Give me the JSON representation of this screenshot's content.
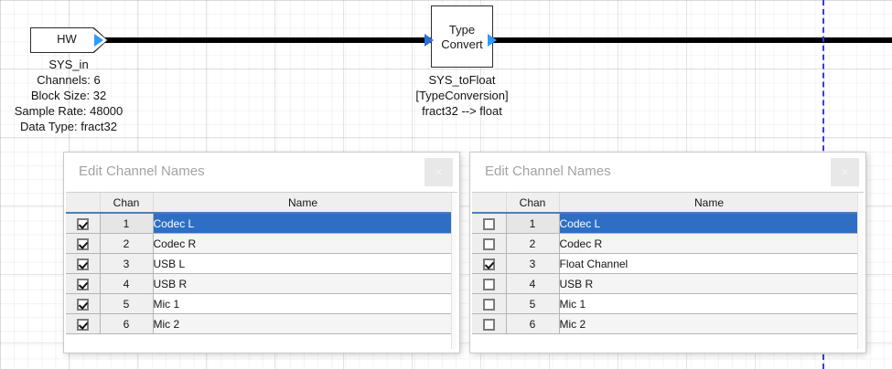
{
  "canvas": {
    "background_color": "#ffffff",
    "grid_color": "#e8e8e8",
    "page_break_line_color": "#3b3bdd",
    "wire_color": "#000000"
  },
  "blocks": [
    {
      "id": "hw",
      "label": "HW",
      "shape": "tag",
      "caption": "SYS_in\nChannels: 6\nBlock Size: 32\nSample Rate: 48000\nData Type: fract32",
      "name": "SYS_in",
      "channels": "6",
      "block_size": "32",
      "sample_rate": "48000",
      "data_type": "fract32",
      "ports": {
        "out": "output-port-triangle"
      }
    },
    {
      "id": "convert",
      "label": "Type\nConvert",
      "shape": "rectangle",
      "caption": "SYS_toFloat\n[TypeConversion]\nfract32 --> float",
      "name": "SYS_toFloat",
      "type": "[TypeConversion]",
      "conversion": "fract32 --> float",
      "ports": {
        "in": "input-port-triangle",
        "out": "output-port-triangle"
      }
    }
  ],
  "dialogs": [
    {
      "id": "left",
      "title": "Edit Channel Names",
      "close_label": "×",
      "columns": [
        "",
        "Chan",
        "Name"
      ],
      "selected_row_index": 0,
      "selection_color": "#2e6fc4",
      "rows": [
        {
          "checked": true,
          "chan": "1",
          "name": "Codec L"
        },
        {
          "checked": true,
          "chan": "2",
          "name": "Codec R"
        },
        {
          "checked": true,
          "chan": "3",
          "name": "USB L"
        },
        {
          "checked": true,
          "chan": "4",
          "name": "USB R"
        },
        {
          "checked": true,
          "chan": "5",
          "name": "Mic 1"
        },
        {
          "checked": true,
          "chan": "6",
          "name": "Mic 2"
        }
      ]
    },
    {
      "id": "right",
      "title": "Edit Channel Names",
      "close_label": "×",
      "columns": [
        "",
        "Chan",
        "Name"
      ],
      "selected_row_index": 0,
      "selection_color": "#2e6fc4",
      "rows": [
        {
          "checked": false,
          "chan": "1",
          "name": "Codec L"
        },
        {
          "checked": false,
          "chan": "2",
          "name": "Codec R"
        },
        {
          "checked": true,
          "chan": "3",
          "name": "Float Channel"
        },
        {
          "checked": false,
          "chan": "4",
          "name": "USB R"
        },
        {
          "checked": false,
          "chan": "5",
          "name": "Mic 1"
        },
        {
          "checked": false,
          "chan": "6",
          "name": "Mic 2"
        }
      ]
    }
  ]
}
